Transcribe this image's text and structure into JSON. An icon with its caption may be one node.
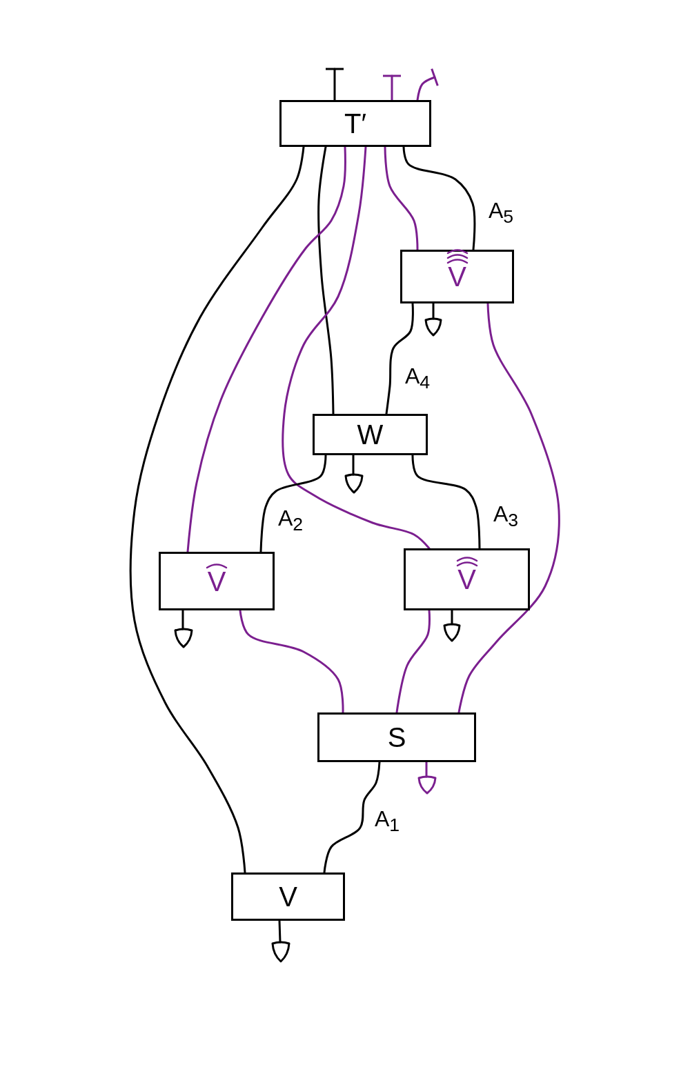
{
  "diagram": {
    "nodes": [
      {
        "text": [
          "T′"
        ]
      },
      {
        "text": [
          "V"
        ]
      },
      {
        "text": [
          "W"
        ]
      },
      {
        "text": [
          "V"
        ]
      },
      {
        "text": [
          "V"
        ]
      },
      {
        "text": [
          "S"
        ]
      },
      {
        "text": [
          "V"
        ]
      },
      {
        "text": [],
        "shape": "triangle"
      },
      {
        "text": [],
        "shape": "triangle"
      },
      {
        "text": [],
        "shape": "triangle"
      },
      {
        "text": [],
        "shape": "triangle"
      },
      {
        "text": [],
        "shape": "triangle"
      },
      {
        "text": [],
        "shape": "triangle"
      }
    ],
    "edges": [
      {
        "from": 0,
        "to": null,
        "arrow": "other"
      },
      {
        "from": 0,
        "to": null,
        "arrow": "other",
        "color": "#7b1f8f"
      },
      {
        "from": 0,
        "to": null,
        "arrow": "other",
        "color": "#7b1f8f"
      },
      {
        "from": 0,
        "to": 6,
        "arrow": "none"
      },
      {
        "from": 0,
        "to": 2,
        "arrow": "none"
      },
      {
        "from": 0,
        "to": 3,
        "arrow": "none",
        "color": "#7b1f8f"
      },
      {
        "from": 0,
        "to": 4,
        "arrow": "none",
        "color": "#7b1f8f"
      },
      {
        "from": 0,
        "to": 1,
        "arrow": "none",
        "color": "#7b1f8f"
      },
      {
        "from": 0,
        "to": 1,
        "arrow": "none",
        "label": "A$_{5}$"
      },
      {
        "from": 1,
        "to": 7,
        "arrow": "none"
      },
      {
        "from": 1,
        "to": 2,
        "arrow": "none",
        "label": "A$_{4}$"
      },
      {
        "from": 1,
        "to": 5,
        "arrow": "none",
        "color": "#7b1f8f"
      },
      {
        "from": 2,
        "to": 8,
        "arrow": "none"
      },
      {
        "from": 2,
        "to": 3,
        "arrow": "none",
        "label": "A$_{2}$"
      },
      {
        "from": 2,
        "to": 4,
        "arrow": "none",
        "label": "A$_{3}$"
      },
      {
        "from": 3,
        "to": 9,
        "arrow": "none"
      },
      {
        "from": 3,
        "to": 5,
        "arrow": "none",
        "color": "#7b1f8f"
      },
      {
        "from": 4,
        "to": 10,
        "arrow": "none"
      },
      {
        "from": 4,
        "to": 5,
        "arrow": "none",
        "color": "#7b1f8f"
      },
      {
        "from": 5,
        "to": 11,
        "arrow": "none",
        "color": "#7b1f8f"
      },
      {
        "from": 5,
        "to": 6,
        "arrow": "none",
        "label": "A$_{1}$"
      },
      {
        "from": 6,
        "to": 12,
        "arrow": "none"
      }
    ]
  }
}
